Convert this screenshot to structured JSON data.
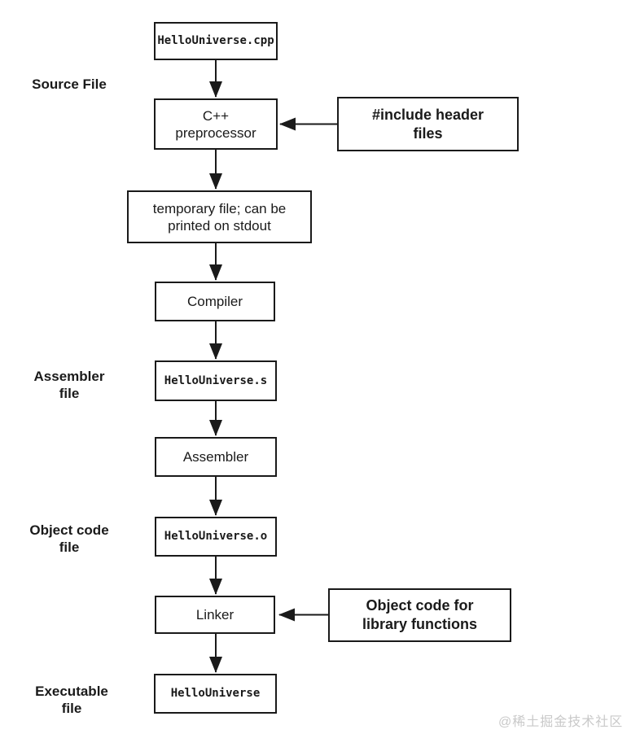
{
  "flowchart": {
    "boxes": {
      "cpp_file": "HelloUniverse.cpp",
      "preprocessor": "C++\npreprocessor",
      "include_headers": "#include header\nfiles",
      "temp_file": "temporary file; can be\nprinted on stdout",
      "compiler": "Compiler",
      "assembly_file": "HelloUniverse.s",
      "assembler": "Assembler",
      "object_file": "HelloUniverse.o",
      "linker": "Linker",
      "library_object_code": "Object code for\nlibrary functions",
      "executable": "HelloUniverse"
    },
    "stage_labels": {
      "source": "Source File",
      "assembler_file": "Assembler\nfile",
      "object_code_file": "Object code\nfile",
      "executable_file": "Executable\nfile"
    },
    "colors": {
      "line": "#1a1a1a",
      "background": "#ffffff",
      "watermark": "#c9c9c9"
    }
  },
  "watermark": "@稀土掘金技术社区"
}
